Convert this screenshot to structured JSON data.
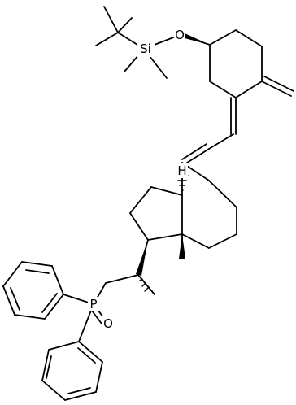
{
  "atoms": {
    "si": "Si",
    "o_ether": "O",
    "p": "P",
    "o_phosphoryl": "O",
    "h": "H"
  },
  "colors": {
    "bond": "#000000",
    "background": "#ffffff"
  }
}
